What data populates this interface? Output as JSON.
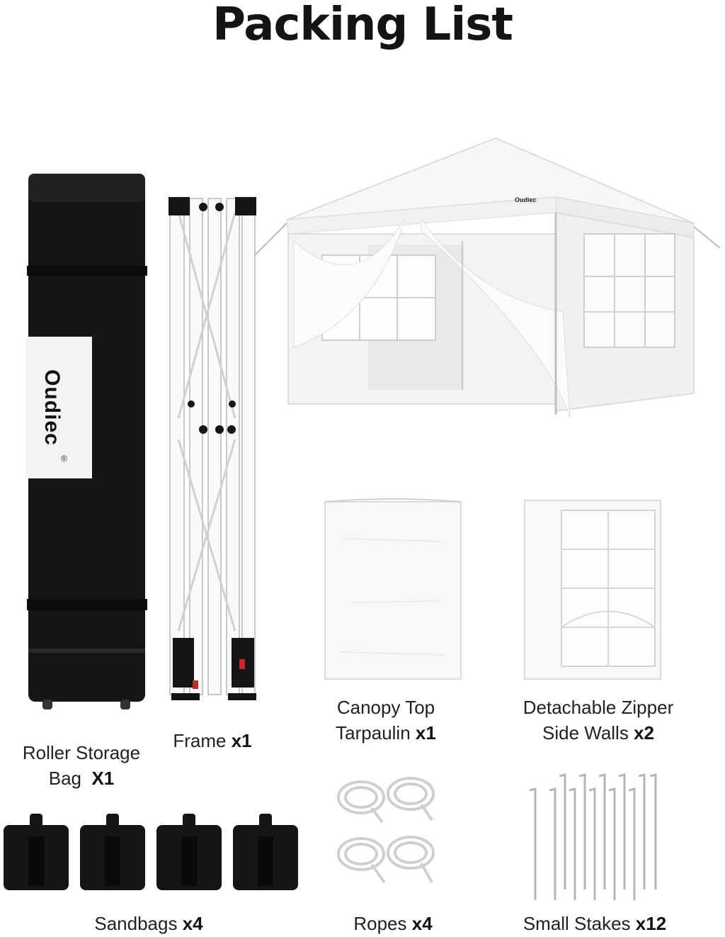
{
  "title": "Packing List",
  "brand": "Oudiec",
  "registered_mark": "®",
  "items": {
    "bag": {
      "line1": "Roller Storage",
      "line2_name": "Bag",
      "line2_qty": "X1"
    },
    "frame": {
      "name": "Frame",
      "qty": "x1"
    },
    "canopy": {
      "line1": "Canopy Top",
      "line2_name": "Tarpaulin",
      "line2_qty": "x1"
    },
    "walls": {
      "line1": "Detachable Zipper",
      "line2_name": "Side Walls",
      "line2_qty": "x2"
    },
    "sandbags": {
      "name": "Sandbags",
      "qty": "x4"
    },
    "ropes": {
      "name": "Ropes",
      "qty": "x4"
    },
    "stakes": {
      "name": "Small Stakes",
      "qty": "x12"
    }
  },
  "colors": {
    "black_bag": "#151515",
    "white_fabric": "#f6f6f6",
    "outline": "#d8d8d8",
    "metal": "#bdbdbd"
  }
}
